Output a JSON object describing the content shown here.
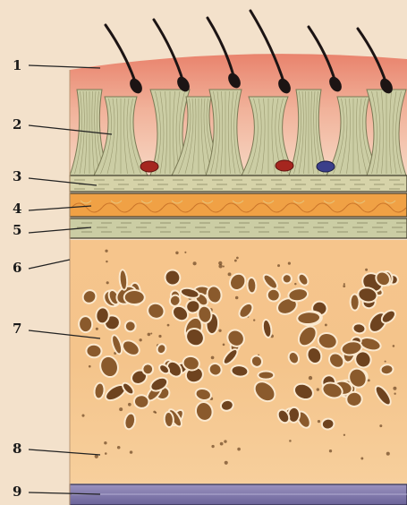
{
  "diagram": {
    "labels": [
      {
        "number": "1"
      },
      {
        "number": "2"
      },
      {
        "number": "3"
      },
      {
        "number": "4"
      },
      {
        "number": "5"
      },
      {
        "number": "6"
      },
      {
        "number": "7"
      },
      {
        "number": "8"
      },
      {
        "number": "9"
      }
    ],
    "colors": {
      "background": "#f3e1cb",
      "skin": "#eea48b",
      "tendon_bundle": "#cbcda4",
      "thin_layer_green": "#d6d3a9",
      "orange_layer": "#f0a145",
      "bone_outer": "#f3c78f",
      "bone_spongy_cavity": "#8a5a2c",
      "dura_purple": "#7d74a6",
      "hair": "#1c1414",
      "vessel_red": "#a5261f",
      "vessel_blue": "#3b3f8a",
      "leader_line": "#222222"
    }
  }
}
